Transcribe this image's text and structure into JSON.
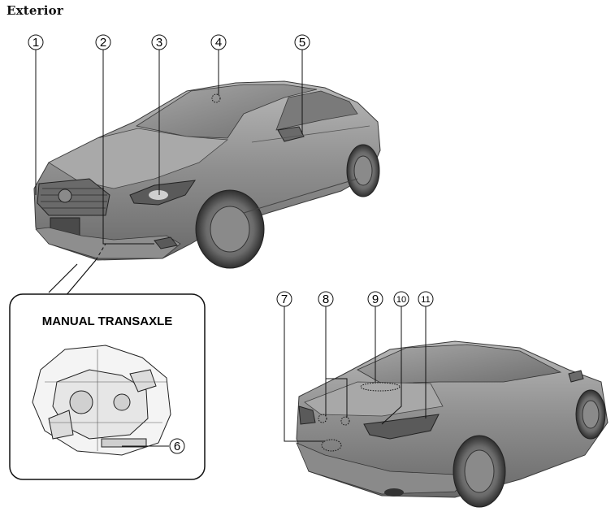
{
  "title": "Exterior",
  "inset": {
    "title": "MANUAL TRANSAXLE"
  },
  "callouts": [
    "1",
    "2",
    "3",
    "4",
    "5",
    "6",
    "7",
    "8",
    "9",
    "10",
    "11"
  ],
  "colors": {
    "car_body": "#9a9a9a",
    "car_dark": "#555555",
    "line": "#111111"
  }
}
